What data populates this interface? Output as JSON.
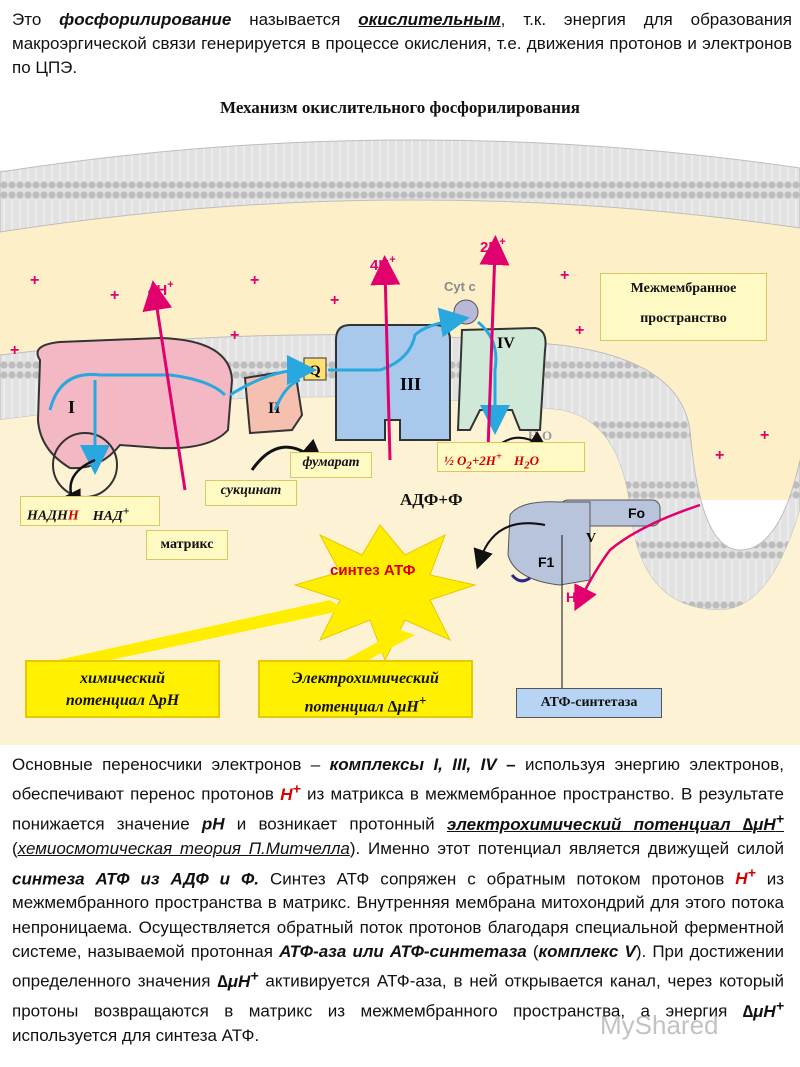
{
  "intro": {
    "p1": "Это ",
    "term1": "фосфорилирование",
    "p2": " называется ",
    "term2": "окислительным",
    "p3": ", т.к. энергия для образования макроэргической связи генерируется в процессе окисления, т.е. движения протонов и электронов по ЦПЭ."
  },
  "heading": "Механизм окислительного фосфорилирования",
  "diagram": {
    "complex_I": "I",
    "complex_II": "II",
    "complex_III": "III",
    "complex_IV": "IV",
    "complex_V": "V",
    "q": "Q",
    "cyt_c": "Cyt c",
    "h4_left": "4H",
    "h4_mid": "4H",
    "h2_right": "2H",
    "plus": "+",
    "h2o_faded": "H₂O",
    "fo": "Fo",
    "f1": "F1",
    "h_plus_atp": "H",
    "intermembrane_line1": "Межмембранное",
    "intermembrane_line2": "пространство",
    "fumarate": "фумарат",
    "succinate": "сукцинат",
    "nadh_a": "НАДН",
    "nadh_b": "Н",
    "nad": "НАД",
    "matrix": "матрикс",
    "adp": "АДФ+Ф",
    "o2_text": "½ О",
    "o2_sub": "2",
    "o2_plus": "+2Н",
    "h2o_text": "Н",
    "h2o_sub": "2",
    "h2o_o": "О",
    "atp_synthesis": "синтез АТФ",
    "chem_line1": "химический",
    "chem_line2": "потенциал ∆рН",
    "echem_line1": "Электрохимический",
    "echem_line2": "потенциал ∆μН",
    "atp_synthase": "АТФ-синтетаза"
  },
  "body": {
    "t1": "Основные переносчики электронов – ",
    "t2": "комплексы I, III, IV –",
    "t3": " используя энергию электронов, обеспечивают перенос протонов ",
    "h": "Н",
    "t4": " из матрикса в межмембранное пространство. В результате понижается значение ",
    "ph": "рН",
    "t5": " и возникает протонный ",
    "t6": "электрохимический потенциал ∆μН",
    "t7": " (",
    "t8": "хемиосмотическая теория П.Митчелла",
    "t9": "). Именно этот потенциал является движущей силой ",
    "t10": "синтеза АТФ из АДФ и Ф.",
    "t11": " Синтез АТФ сопряжен с обратным потоком протонов ",
    "t12": " из межмембранного пространства в матрикс. Внутренняя мембрана митохондрий для этого потока непроницаема. Осуществляется обратный поток протонов благодаря специальной ферментной системе, называемой протонная ",
    "t13": "АТФ-аза или АТФ-синтетаза",
    "t14": " (",
    "t15": "комплекс V",
    "t16": "). При достижении определенного значения ",
    "t17": "∆μН",
    "t18": " активируется АТФ-аза, в ней открывается канал, через который протоны возвращаются в матрикс из межмембранного пространства, а энергия ",
    "t19": "∆μН",
    "t20": " используется для синтеза АТФ."
  },
  "watermark": "MyShared",
  "colors": {
    "membrane": "#d8d8d8",
    "intermembrane": "#fdf0c8",
    "complex_I": "#f4b8c4",
    "complex_III": "#a8c8ec",
    "complex_IV": "#cfe8d8",
    "proton_arrow": "#e0006e",
    "electron_arrow": "#29a8e0",
    "star": "#ffee00",
    "red": "#d50000"
  }
}
